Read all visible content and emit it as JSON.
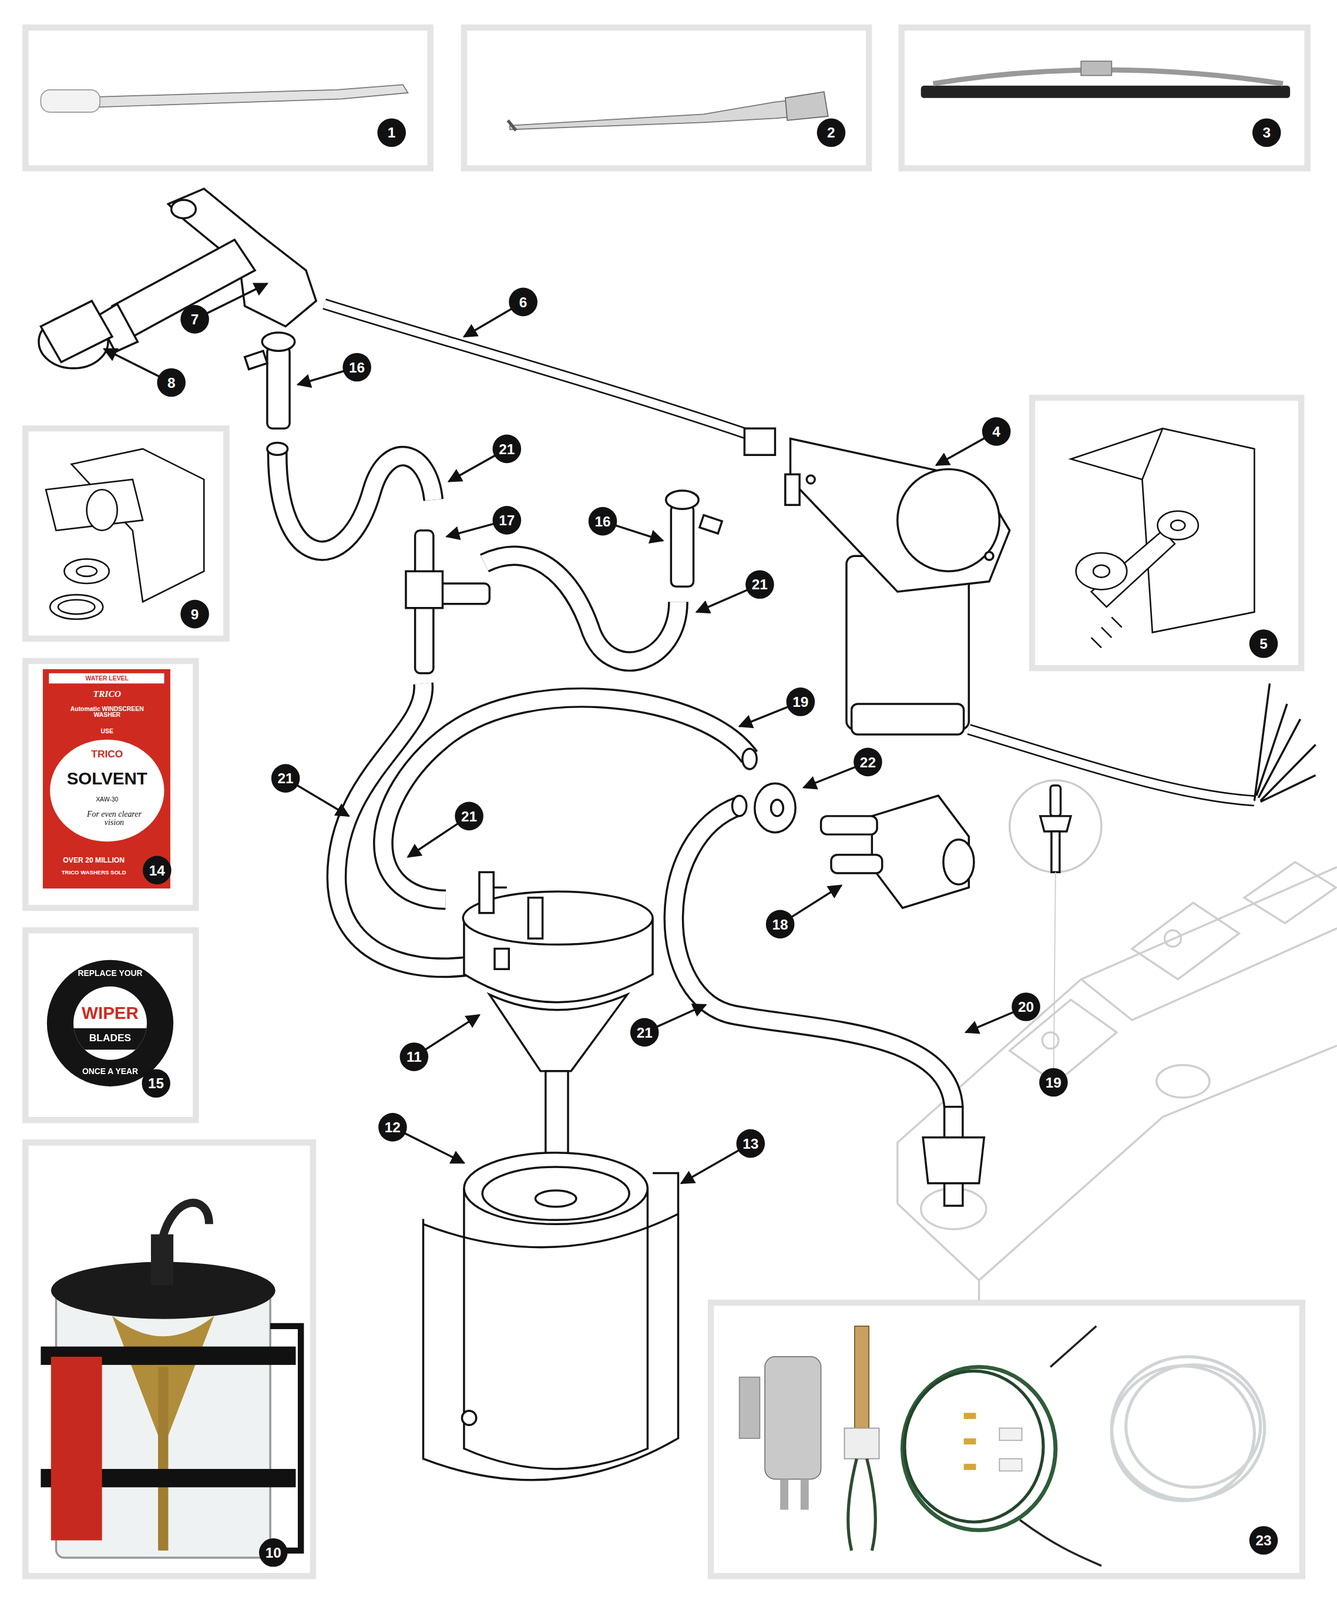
{
  "diagram": {
    "labels": [
      "1",
      "2",
      "3",
      "7",
      "6",
      "16",
      "8",
      "21",
      "4",
      "17",
      "16",
      "21",
      "9",
      "5",
      "19",
      "22",
      "21",
      "21",
      "WATER LEVEL",
      "TRICO",
      "Automatic WINDSCREEN WASHER",
      "USE",
      "TRICO",
      "SOLVENT",
      "XAW-30",
      "For even clearer vision",
      "OVER 20 MILLION",
      "TRICO WASHERS SOLD",
      "14",
      "18",
      "19",
      "11",
      "21",
      "20",
      "REPLACE YOUR",
      "WIPER",
      "BLADES",
      "ONCE A YEAR",
      "15",
      "12",
      "13",
      "10",
      "23"
    ]
  }
}
